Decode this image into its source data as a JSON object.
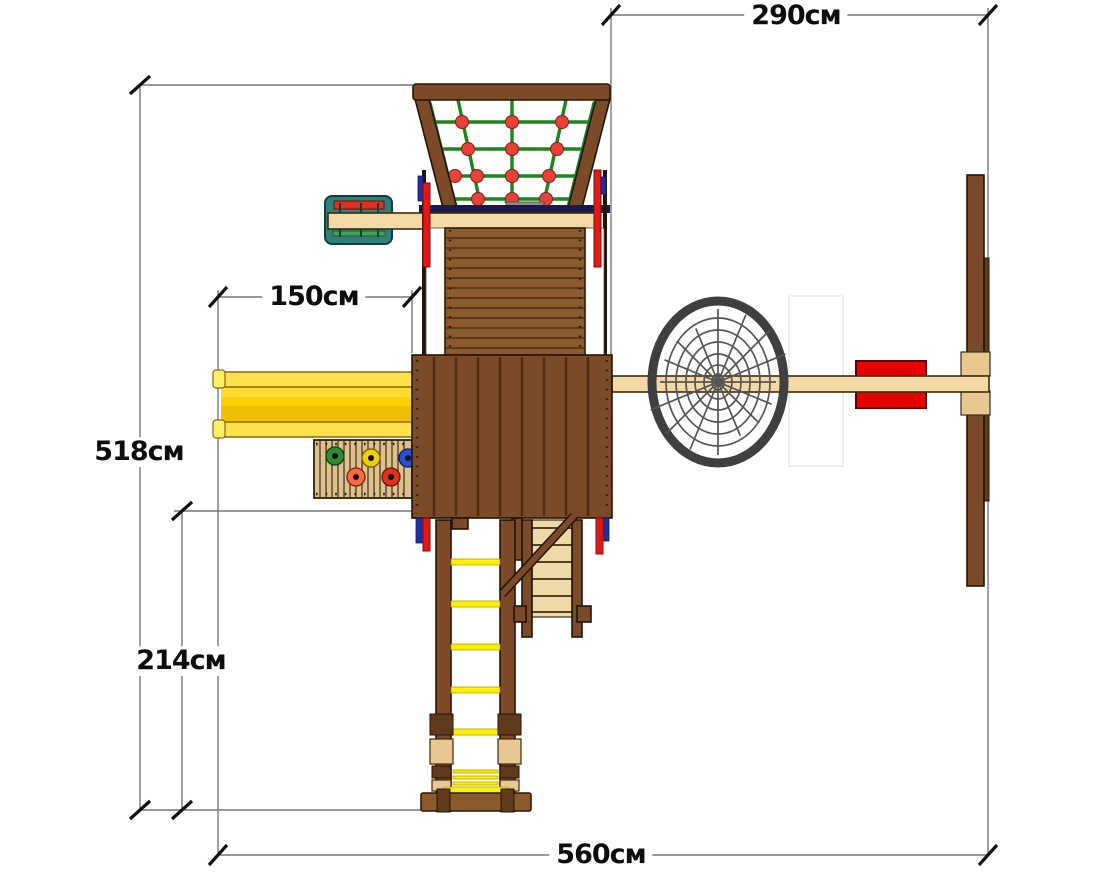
{
  "page": {
    "background": "#ffffff",
    "description_visible_text_only": true
  },
  "dimensions": {
    "swing_section_width": "290см",
    "overall_depth": "518см",
    "slide_length": "150см",
    "front_section_depth": "214см",
    "overall_width": "560см"
  },
  "colors": {
    "page_bg": "#ffffff",
    "dim_line": "#777777",
    "dim_text": "#0d0d0d",
    "wood_dark": "#7b4a28",
    "wood_mid": "#8b5a2e",
    "wood_deep": "#5f3a1c",
    "beam_tan": "#f2d9a6",
    "block_tan": "#e8c890",
    "stairs_tan": "#efd9a8",
    "wall_tan": "#dcc08e",
    "slide_yellow": "#ffd000",
    "slide_yellow_light": "#ffe14d",
    "rung_yellow": "#ffee00",
    "net_green": "#1c861c",
    "dot_red": "#e8413a",
    "accent_red": "#e01818",
    "accent_blue": "#2030a0",
    "seat_red": "#e60000",
    "swing_teal": "#2f7f7d",
    "navy": "#19194d",
    "web_gray": "#3f3f3f"
  }
}
